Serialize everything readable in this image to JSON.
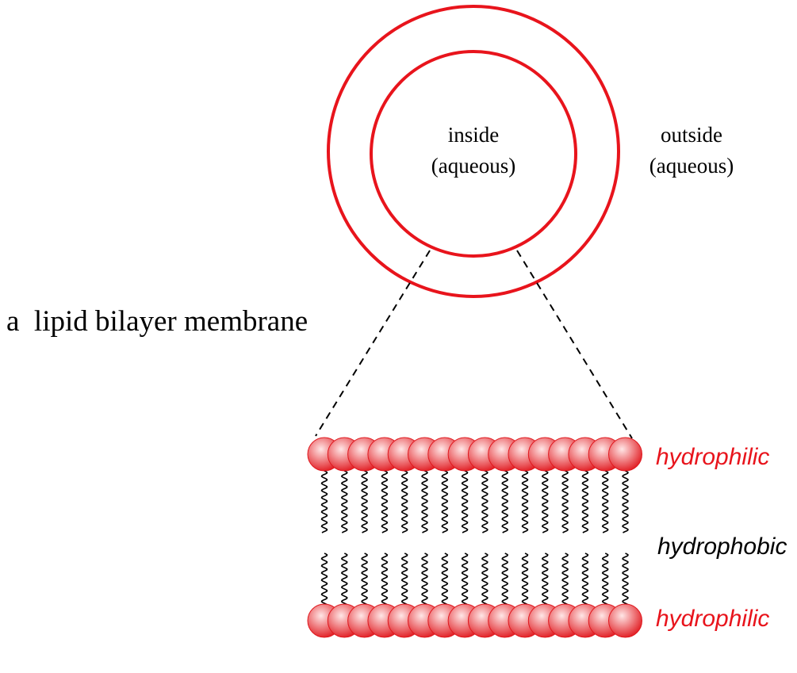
{
  "colors": {
    "membrane": "#e8141c",
    "hydrophilic_label": "#e8141c",
    "hydrophobic_label": "#000000",
    "head_highlight": "#ffe6e6",
    "head_shadow": "#e0181e",
    "dashed_line": "#000000",
    "tail": "#000000"
  },
  "labels": {
    "inside_line1": "inside",
    "inside_line2": "(aqueous)",
    "outside_line1": "outside",
    "outside_line2": "(aqueous)",
    "membrane_caption": "a  lipid bilayer membrane",
    "top_layer": "hydrophilic",
    "middle_layer": "hydrophobic",
    "bottom_layer": "hydrophilic"
  },
  "icons": {
    "vesicle": "concentric-circles",
    "lipid_head": "sphere",
    "lipid_tail": "wavy-line"
  },
  "bilayer": {
    "lipids_per_leaflet": 16
  }
}
